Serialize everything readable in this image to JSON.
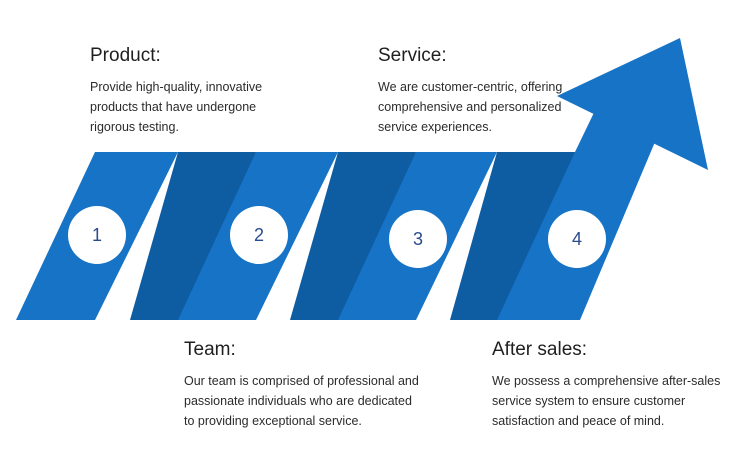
{
  "blocks": {
    "product": {
      "title": "Product:",
      "lines": [
        "Provide high-quality, innovative",
        "products that have undergone",
        "rigorous testing."
      ]
    },
    "service": {
      "title": "Service:",
      "lines": [
        "We are customer-centric, offering",
        "comprehensive and personalized",
        "service experiences."
      ]
    },
    "team": {
      "title": "Team:",
      "lines": [
        "Our team is comprised of professional and",
        "passionate individuals who are dedicated",
        "to providing exceptional service."
      ]
    },
    "after_sales": {
      "title": "After sales:",
      "lines": [
        "We possess a comprehensive after-sales",
        "service system to ensure customer",
        "satisfaction and peace of mind."
      ]
    }
  },
  "steps": [
    "1",
    "2",
    "3",
    "4"
  ],
  "colors": {
    "light_blue": "#1673c6",
    "dark_blue": "#0e5da3",
    "number_text": "#2a4b8d"
  }
}
